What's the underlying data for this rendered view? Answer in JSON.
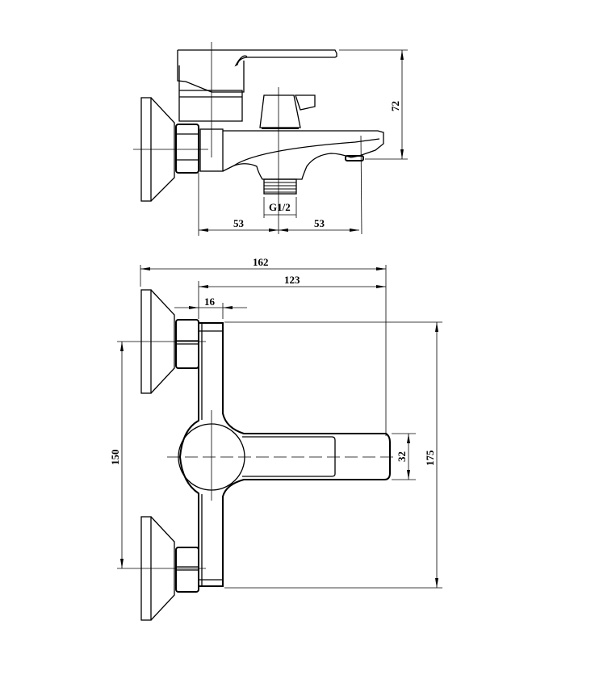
{
  "drawing": {
    "title": "Bath mixer technical drawing",
    "line_color": "#000000",
    "background": "#ffffff",
    "side_view": {
      "thread_label": "G1/2",
      "dim_left": "53",
      "dim_right": "53",
      "dim_height": "72"
    },
    "top_view": {
      "dim_total_depth": "162",
      "dim_body_depth": "123",
      "dim_wall_offset": "16",
      "dim_centers": "150",
      "dim_handle_width": "32",
      "dim_body_height": "175"
    }
  }
}
